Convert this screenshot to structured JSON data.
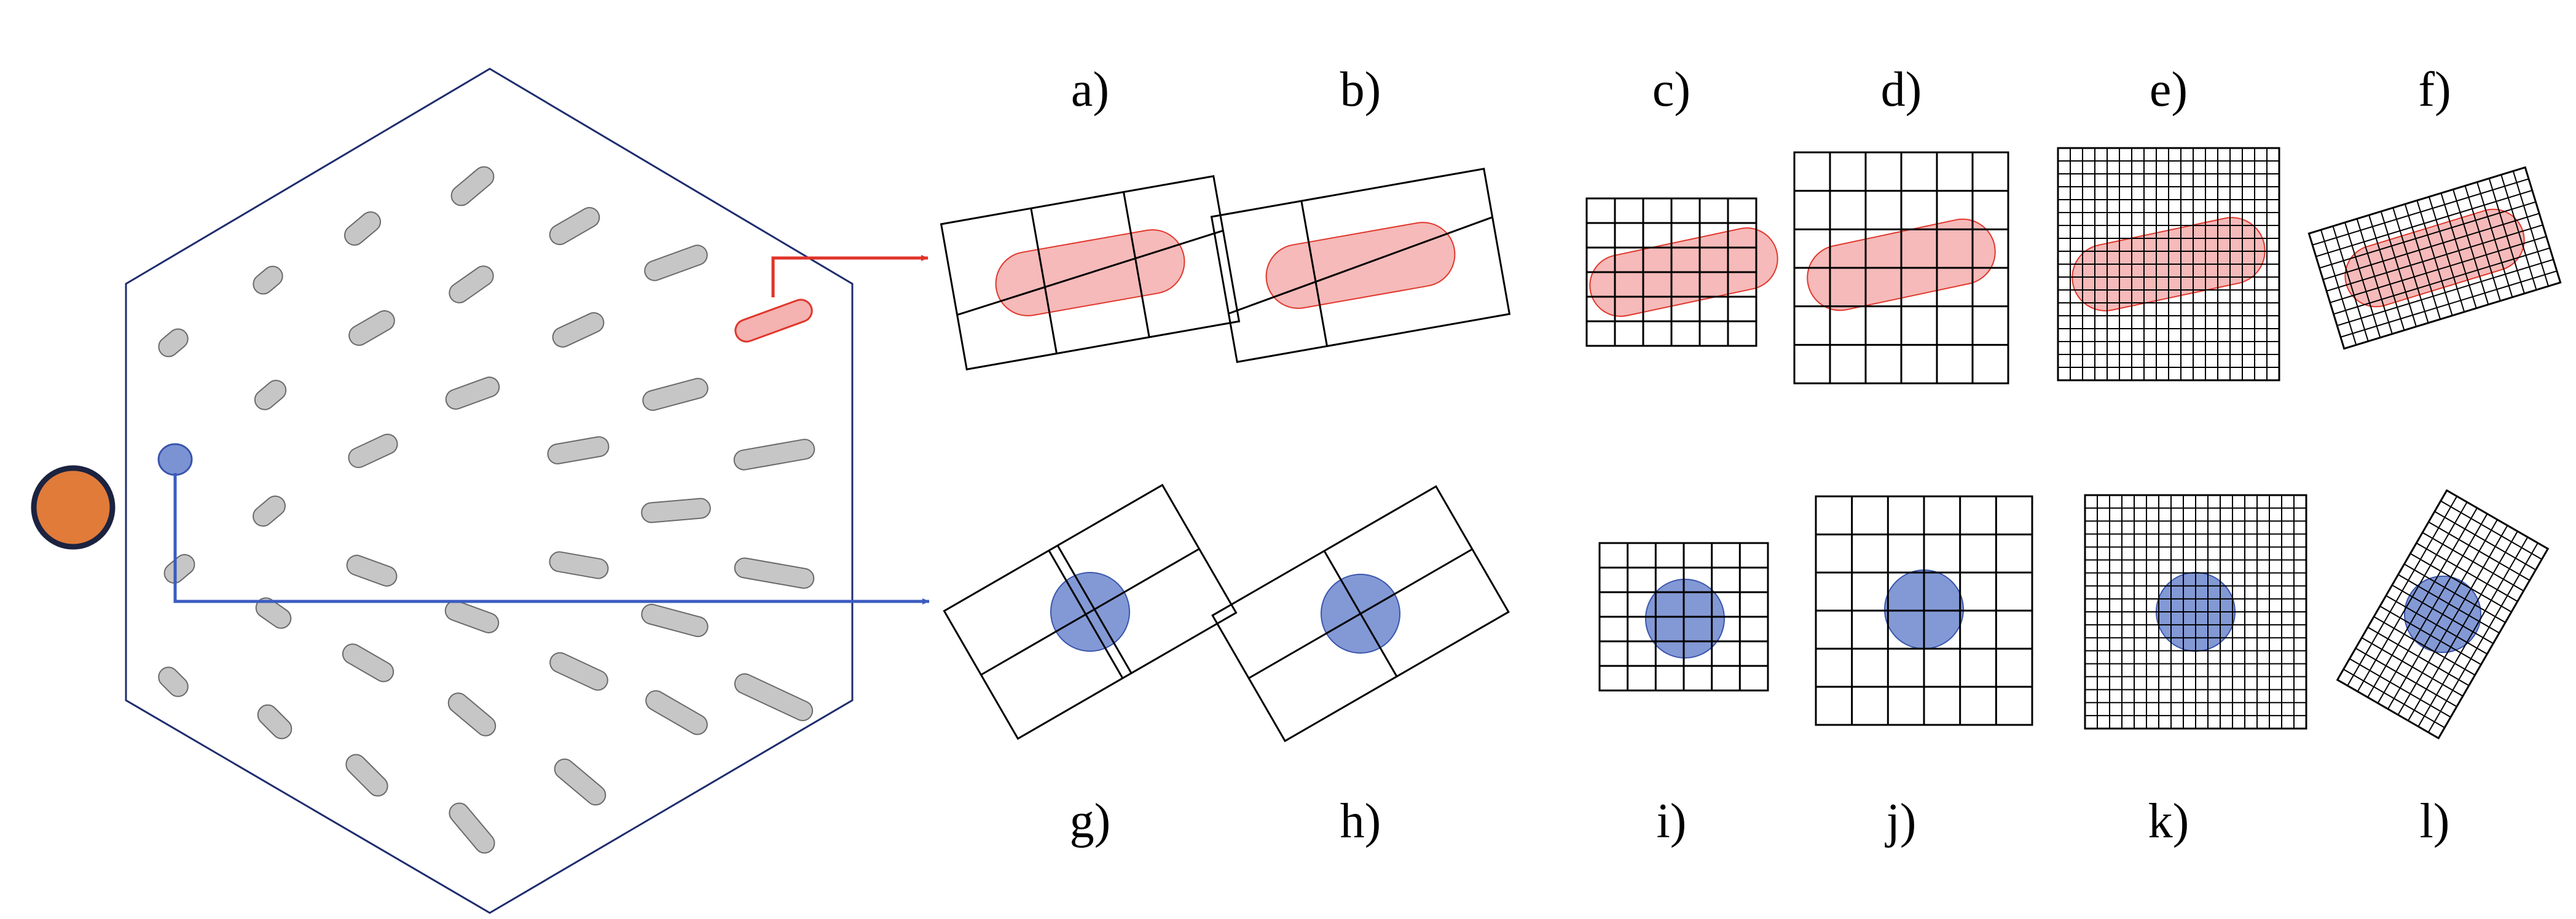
{
  "colors": {
    "source": "#e07b39",
    "source_stroke": "#1c2340",
    "hexagon_stroke": "#1f2d6e",
    "particle_fill": "#c6c6c6",
    "particle_stroke": "#6a6a6a",
    "rod_fill": "#f4b2b1",
    "rod_stroke": "#e0372c",
    "disk_fill": "#7c93d3",
    "disk_stroke": "#3a55ad",
    "red_arrow": "#e0332a",
    "blue_arrow": "#3b5cc0",
    "grid": "#000000"
  },
  "icons": {
    "source": "filled-circle",
    "particles": "rounded-rods",
    "arrows": "elbow-arrows"
  },
  "panels": {
    "top": [
      {
        "label": "a)",
        "shape": "rod"
      },
      {
        "label": "b)",
        "shape": "rod"
      },
      {
        "label": "c)",
        "shape": "rod"
      },
      {
        "label": "d)",
        "shape": "rod"
      },
      {
        "label": "e)",
        "shape": "rod"
      },
      {
        "label": "f)",
        "shape": "rod"
      }
    ],
    "bottom": [
      {
        "label": "g)",
        "shape": "disk"
      },
      {
        "label": "h)",
        "shape": "disk"
      },
      {
        "label": "i)",
        "shape": "disk"
      },
      {
        "label": "j)",
        "shape": "disk"
      },
      {
        "label": "k)",
        "shape": "disk"
      },
      {
        "label": "l)",
        "shape": "disk"
      }
    ]
  }
}
